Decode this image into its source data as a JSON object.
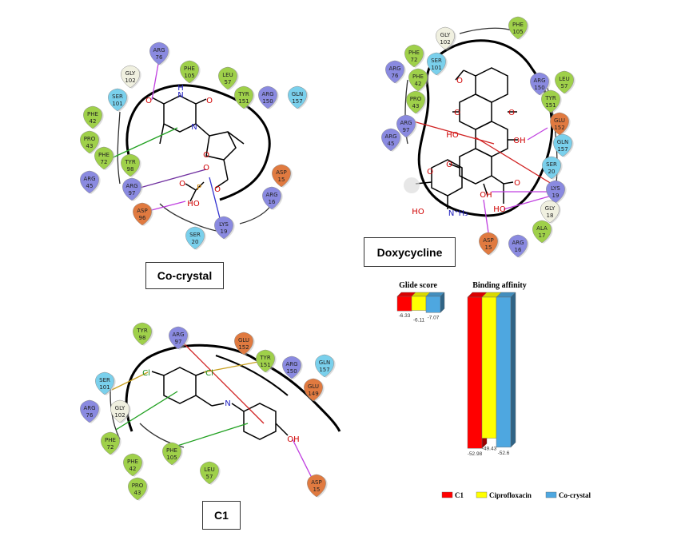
{
  "panels": {
    "cocrystal": {
      "label": "Co-crystal",
      "residues": [
        {
          "id": "arg76",
          "name": "ARG",
          "num": "76",
          "kind": "pos"
        },
        {
          "id": "phe105",
          "name": "PHE",
          "num": "105",
          "kind": "hyd"
        },
        {
          "id": "gly102",
          "name": "GLY",
          "num": "102",
          "kind": "gly"
        },
        {
          "id": "leu57",
          "name": "LEU",
          "num": "57",
          "kind": "hyd"
        },
        {
          "id": "ser101",
          "name": "SER",
          "num": "101",
          "kind": "pol"
        },
        {
          "id": "tyr151",
          "name": "TYR",
          "num": "151",
          "kind": "hyd"
        },
        {
          "id": "arg150",
          "name": "ARG",
          "num": "150",
          "kind": "pos"
        },
        {
          "id": "gln157",
          "name": "GLN",
          "num": "157",
          "kind": "pol"
        },
        {
          "id": "phe42",
          "name": "PHE",
          "num": "42",
          "kind": "hyd"
        },
        {
          "id": "pro43",
          "name": "PRO",
          "num": "43",
          "kind": "hyd"
        },
        {
          "id": "phe72",
          "name": "PHE",
          "num": "72",
          "kind": "hyd"
        },
        {
          "id": "tyr98",
          "name": "TYR",
          "num": "98",
          "kind": "hyd"
        },
        {
          "id": "arg45",
          "name": "ARG",
          "num": "45",
          "kind": "pos"
        },
        {
          "id": "arg97",
          "name": "ARG",
          "num": "97",
          "kind": "pos"
        },
        {
          "id": "asp15",
          "name": "ASP",
          "num": "15",
          "kind": "neg"
        },
        {
          "id": "arg16",
          "name": "ARG",
          "num": "16",
          "kind": "pos"
        },
        {
          "id": "asp96",
          "name": "ASP",
          "num": "96",
          "kind": "neg"
        },
        {
          "id": "lys19",
          "name": "LYS",
          "num": "19",
          "kind": "pos"
        },
        {
          "id": "ser20",
          "name": "SER",
          "num": "20",
          "kind": "pol"
        }
      ],
      "atoms": [
        {
          "id": "o1",
          "text": "O",
          "color": "#d00000"
        },
        {
          "id": "nh",
          "text": "N",
          "color": "#2020c0"
        },
        {
          "id": "h",
          "text": "H",
          "color": "#2020c0"
        },
        {
          "id": "o2",
          "text": "O",
          "color": "#d00000"
        },
        {
          "id": "n",
          "text": "N",
          "color": "#2020c0"
        },
        {
          "id": "o3",
          "text": "O",
          "color": "#d00000"
        },
        {
          "id": "o4",
          "text": "O",
          "color": "#d00000"
        },
        {
          "id": "o5",
          "text": "O",
          "color": "#d00000"
        },
        {
          "id": "p",
          "text": "P",
          "color": "#d08000"
        },
        {
          "id": "o6",
          "text": "O",
          "color": "#d00000"
        },
        {
          "id": "ho",
          "text": "HO",
          "color": "#d00000"
        }
      ]
    },
    "doxycycline": {
      "label": "Doxycycline",
      "residues": [
        {
          "id": "gly102",
          "name": "GLY",
          "num": "102",
          "kind": "gly"
        },
        {
          "id": "phe105",
          "name": "PHE",
          "num": "105",
          "kind": "hyd"
        },
        {
          "id": "phe72",
          "name": "PHE",
          "num": "72",
          "kind": "hyd"
        },
        {
          "id": "ser101",
          "name": "SER",
          "num": "101",
          "kind": "pol"
        },
        {
          "id": "arg76",
          "name": "ARG",
          "num": "76",
          "kind": "pos"
        },
        {
          "id": "phe42",
          "name": "PHE",
          "num": "42",
          "kind": "hyd"
        },
        {
          "id": "pro43",
          "name": "PRO",
          "num": "43",
          "kind": "hyd"
        },
        {
          "id": "arg97",
          "name": "ARG",
          "num": "97",
          "kind": "pos"
        },
        {
          "id": "arg45",
          "name": "ARG",
          "num": "45",
          "kind": "pos"
        },
        {
          "id": "arg150",
          "name": "ARG",
          "num": "150",
          "kind": "pos"
        },
        {
          "id": "leu57",
          "name": "LEU",
          "num": "57",
          "kind": "hyd"
        },
        {
          "id": "tyr151",
          "name": "TYR",
          "num": "151",
          "kind": "hyd"
        },
        {
          "id": "glu152",
          "name": "GLU",
          "num": "152",
          "kind": "neg"
        },
        {
          "id": "gln157",
          "name": "GLN",
          "num": "157",
          "kind": "pol"
        },
        {
          "id": "ser20",
          "name": "SER",
          "num": "20",
          "kind": "pol"
        },
        {
          "id": "lys19",
          "name": "LYS",
          "num": "19",
          "kind": "pos"
        },
        {
          "id": "gly18",
          "name": "GLY",
          "num": "18",
          "kind": "gly"
        },
        {
          "id": "ala17",
          "name": "ALA",
          "num": "17",
          "kind": "hyd"
        },
        {
          "id": "arg16",
          "name": "ARG",
          "num": "16",
          "kind": "pos"
        },
        {
          "id": "asp15",
          "name": "ASP",
          "num": "15",
          "kind": "neg"
        }
      ],
      "atoms": [
        {
          "id": "o-me",
          "text": "O",
          "color": "#d00000"
        },
        {
          "id": "o-k1",
          "text": "O",
          "color": "#d00000"
        },
        {
          "id": "o-k2",
          "text": "O",
          "color": "#d00000"
        },
        {
          "id": "oh1",
          "text": "OH",
          "color": "#d00000"
        },
        {
          "id": "ho1",
          "text": "HO",
          "color": "#d00000"
        },
        {
          "id": "o-gly",
          "text": "O",
          "color": "#d00000"
        },
        {
          "id": "o-sug",
          "text": "O",
          "color": "#d00000"
        },
        {
          "id": "oh2",
          "text": "OH",
          "color": "#d00000"
        },
        {
          "id": "o-c",
          "text": "O",
          "color": "#d00000"
        },
        {
          "id": "ho2",
          "text": "HO",
          "color": "#d00000"
        },
        {
          "id": "ho3",
          "text": "HO",
          "color": "#d00000"
        },
        {
          "id": "nh3",
          "text": "N⁺H₃",
          "color": "#2020c0"
        }
      ]
    },
    "c1": {
      "label": "C1",
      "residues": [
        {
          "id": "tyr98",
          "name": "TYR",
          "num": "98",
          "kind": "hyd"
        },
        {
          "id": "arg97",
          "name": "ARG",
          "num": "97",
          "kind": "pos"
        },
        {
          "id": "glu152",
          "name": "GLU",
          "num": "152",
          "kind": "neg"
        },
        {
          "id": "tyr151",
          "name": "TYR",
          "num": "151",
          "kind": "hyd"
        },
        {
          "id": "gln157",
          "name": "GLN",
          "num": "157",
          "kind": "pol"
        },
        {
          "id": "arg150",
          "name": "ARG",
          "num": "150",
          "kind": "pos"
        },
        {
          "id": "glu149",
          "name": "GLU",
          "num": "149",
          "kind": "neg"
        },
        {
          "id": "ser101",
          "name": "SER",
          "num": "101",
          "kind": "pol"
        },
        {
          "id": "arg76",
          "name": "ARG",
          "num": "76",
          "kind": "pos"
        },
        {
          "id": "gly102",
          "name": "GLY",
          "num": "102",
          "kind": "gly"
        },
        {
          "id": "phe72",
          "name": "PHE",
          "num": "72",
          "kind": "hyd"
        },
        {
          "id": "phe105",
          "name": "PHE",
          "num": "105",
          "kind": "hyd"
        },
        {
          "id": "leu57",
          "name": "LEU",
          "num": "57",
          "kind": "hyd"
        },
        {
          "id": "phe42",
          "name": "PHE",
          "num": "42",
          "kind": "hyd"
        },
        {
          "id": "pro43",
          "name": "PRO",
          "num": "43",
          "kind": "hyd"
        },
        {
          "id": "asp15",
          "name": "ASP",
          "num": "15",
          "kind": "neg"
        }
      ],
      "atoms": [
        {
          "id": "cl1",
          "text": "Cl",
          "color": "#1a8a1a"
        },
        {
          "id": "cl2",
          "text": "Cl",
          "color": "#1a8a1a"
        },
        {
          "id": "n",
          "text": "N",
          "color": "#2020c0"
        },
        {
          "id": "oh",
          "text": "OH",
          "color": "#d00000"
        }
      ]
    }
  },
  "colors": {
    "pos": "#8a8ae0",
    "neg": "#e07a40",
    "hyd": "#9fd04a",
    "pol": "#7ad0ec",
    "gly": "#f0f0e0",
    "hbond": "#c040e0",
    "saltbridge": "#7030a0",
    "pication": "#d02020",
    "pistack": "#20a020",
    "halogen": "#c8a020",
    "pocket": "#000000"
  },
  "chart_data": [
    {
      "type": "bar",
      "title": "Glide score",
      "categories": [
        "C1",
        "Ciprofloxacin",
        "Co-crystal"
      ],
      "values": [
        -6.33,
        -6.11,
        -7.07
      ],
      "value_labels": [
        "-6.33",
        "-6.11",
        "-7.07"
      ],
      "colors": [
        "#ff0000",
        "#ffff00",
        "#4ea7e0"
      ],
      "ylim": [
        -8,
        0
      ]
    },
    {
      "type": "bar",
      "title": "Binding affinity",
      "categories": [
        "C1",
        "Ciprofloxacin",
        "Co-crystal"
      ],
      "values": [
        -52.98,
        -49.43,
        -52.6
      ],
      "value_labels": [
        "-52.98",
        "-49.43",
        "-52.6"
      ],
      "colors": [
        "#ff0000",
        "#ffff00",
        "#4ea7e0"
      ],
      "ylim": [
        -56,
        0
      ]
    }
  ],
  "legend": [
    {
      "label": "C1",
      "color": "#ff0000"
    },
    {
      "label": "Ciprofloxacin",
      "color": "#ffff00"
    },
    {
      "label": "Co-crystal",
      "color": "#4ea7e0"
    }
  ]
}
